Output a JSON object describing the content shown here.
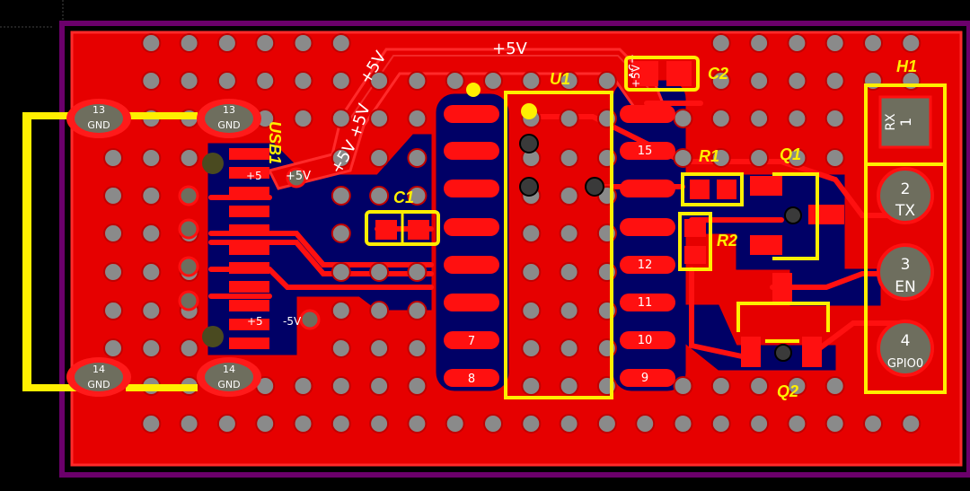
{
  "board": {
    "colors": {
      "background": "#000000",
      "outline": "#6b006b",
      "copper": "#e60000",
      "copper_bright": "#ff0a0a",
      "bottom_copper": "#000066",
      "silkscreen": "#ffef00",
      "hole": "#8a8a8a",
      "pad_gray": "#6e6e5e"
    }
  },
  "components": {
    "usb": "USB1",
    "u1": "U1",
    "c1": "C1",
    "c2": "C2",
    "r1": "R1",
    "r2": "R2",
    "q1": "Q1",
    "q2": "Q2",
    "h1": "H1"
  },
  "nets": {
    "p5v": "+5V",
    "p5v_short": "+5",
    "m5v": "-5V",
    "gnd": "GND"
  },
  "usb_pads": {
    "top_left_num": "13",
    "top_right_num": "13",
    "bottom_left_num": "14",
    "bottom_right_num": "14",
    "label": "GND"
  },
  "u1_pins": {
    "left_bottom": [
      "7",
      "8"
    ],
    "right": [
      "15",
      "12",
      "11",
      "10",
      "9"
    ],
    "right_top_label": "+5V"
  },
  "header_pins": [
    {
      "num": "1",
      "label": "RX"
    },
    {
      "num": "2",
      "label": "TX"
    },
    {
      "num": "3",
      "label": "EN"
    },
    {
      "num": "4",
      "label": "GPIO0"
    }
  ]
}
